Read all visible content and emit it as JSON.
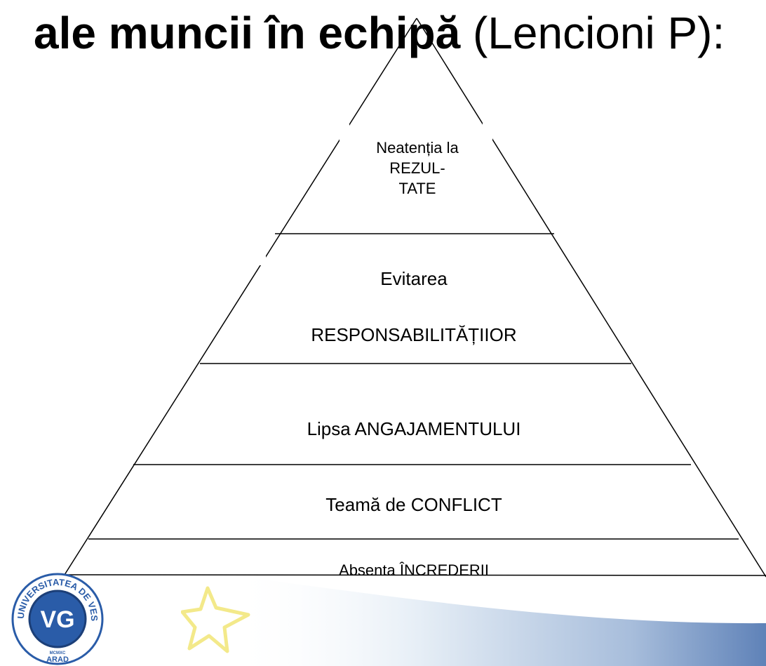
{
  "title": {
    "bold_part": "ale muncii în echipă",
    "regular_part": " (Lencioni P):"
  },
  "pyramid": {
    "levels": [
      {
        "lines": [
          "Neatenția la",
          "REZUL-",
          "TATE"
        ]
      },
      {
        "lines": [
          "Evitarea",
          "RESPONSABILITĂȚIIOR"
        ]
      },
      {
        "lines": [
          "Lipsa ANGAJAMENTULUI"
        ]
      },
      {
        "lines": [
          "Teamă de CONFLICT"
        ]
      },
      {
        "lines": [
          "Absenta ÎNCREDERII"
        ]
      }
    ]
  },
  "logo": {
    "ring_text": "UNIVERSITATEA DE VEST VASILE GOLDIȘ",
    "monogram": "VG",
    "city": "ARAD",
    "small_text": "MCMXC"
  },
  "colors": {
    "line": "#000000",
    "logo_blue": "#2a5ca8",
    "band_blue": "#6f8fbf",
    "star_yellow": "#f3e98a"
  }
}
